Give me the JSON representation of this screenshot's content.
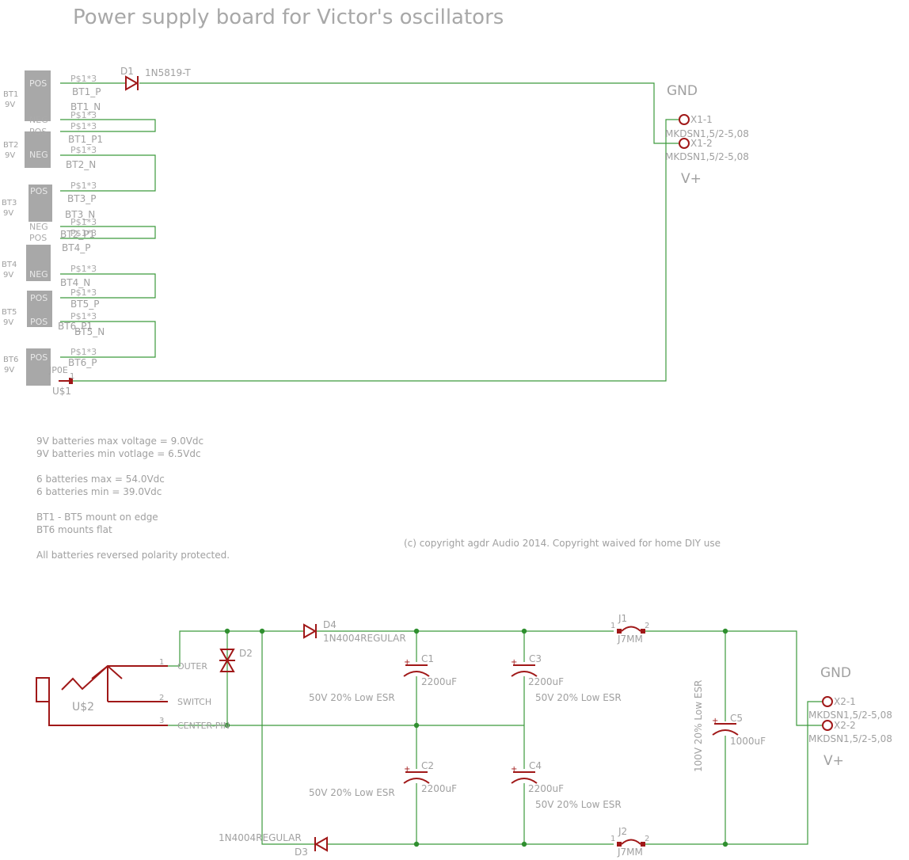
{
  "title": "Power supply board for Victor's oscillators",
  "top_circuit": {
    "d1": {
      "name": "D1",
      "value": "1N5819-T"
    },
    "batteries": [
      {
        "name": "BT1",
        "value": "9V",
        "pin_top": "POS",
        "pin_bottom": "NEG"
      },
      {
        "name": "BT2",
        "value": "9V",
        "pin_top": "POS",
        "pin_bottom": "NEG"
      },
      {
        "name": "BT3",
        "value": "9V",
        "pin_top": "POS",
        "pin_bottom": "NEG"
      },
      {
        "name": "BT4",
        "value": "9V",
        "pin_top": "POS",
        "pin_bottom": "NEG"
      },
      {
        "name": "BT5",
        "value": "9V",
        "pin_top": "POS",
        "pin_bottom": "POS"
      },
      {
        "name": "BT6",
        "value": "9V",
        "pin_top": "POS",
        "pin_bottom": ""
      }
    ],
    "pad_label": "P$1*3",
    "net_labels": [
      "BT1_P",
      "BT1_N",
      "BT1_P1",
      "BT2_N",
      "BT3_P",
      "BT3_N",
      "BT2_P1",
      "BT4_P",
      "BT4_N",
      "BT5_P",
      "BT6_P1",
      "BT5_N",
      "BT6_P"
    ],
    "jumper": {
      "name": "U$1",
      "label": "JP0E",
      "pin": "1"
    },
    "connector": {
      "gnd": "GND",
      "vplus": "V+",
      "pin1": "X1-1",
      "pin2": "X1-2",
      "part": "MKDSN1,5/2-5,08"
    }
  },
  "notes": [
    "9V batteries max voltage = 9.0Vdc",
    "9V batteries min votlage = 6.5Vdc",
    "6 batteries max = 54.0Vdc",
    "6 batteries min = 39.0Vdc",
    "BT1 - BT5 mount on edge",
    "BT6 mounts flat",
    "All batteries reversed polarity protected."
  ],
  "copyright": "(c) copyright agdr Audio 2014.  Copyright waived for home DIY use",
  "bottom_circuit": {
    "jack": {
      "name": "U$2",
      "pins": [
        {
          "num": "1",
          "label": "OUTER"
        },
        {
          "num": "2",
          "label": "SWITCH"
        },
        {
          "num": "3",
          "label": "CENTER-PIN"
        }
      ]
    },
    "d2": "D2",
    "d4": {
      "name": "D4",
      "value": "1N4004REGULAR"
    },
    "d3": {
      "name": "D3",
      "value": "1N4004REGULAR"
    },
    "capacitors": [
      {
        "name": "C1",
        "value": "2200uF",
        "rating": "50V 20% Low ESR"
      },
      {
        "name": "C2",
        "value": "2200uF",
        "rating": "50V 20% Low ESR"
      },
      {
        "name": "C3",
        "value": "2200uF",
        "rating": "50V 20% Low ESR"
      },
      {
        "name": "C4",
        "value": "2200uF",
        "rating": "50V 20% Low ESR"
      },
      {
        "name": "C5",
        "value": "1000uF",
        "rating": "100V 20% Low ESR"
      }
    ],
    "j1": {
      "name": "J1",
      "value": "J7MM",
      "pin1": "1",
      "pin2": "2"
    },
    "j2": {
      "name": "J2",
      "value": "J7MM",
      "pin1": "1",
      "pin2": "2"
    },
    "connector": {
      "gnd": "GND",
      "vplus": "V+",
      "pin1": "X2-1",
      "pin2": "X2-2",
      "part": "MKDSN1,5/2-5,08"
    }
  }
}
